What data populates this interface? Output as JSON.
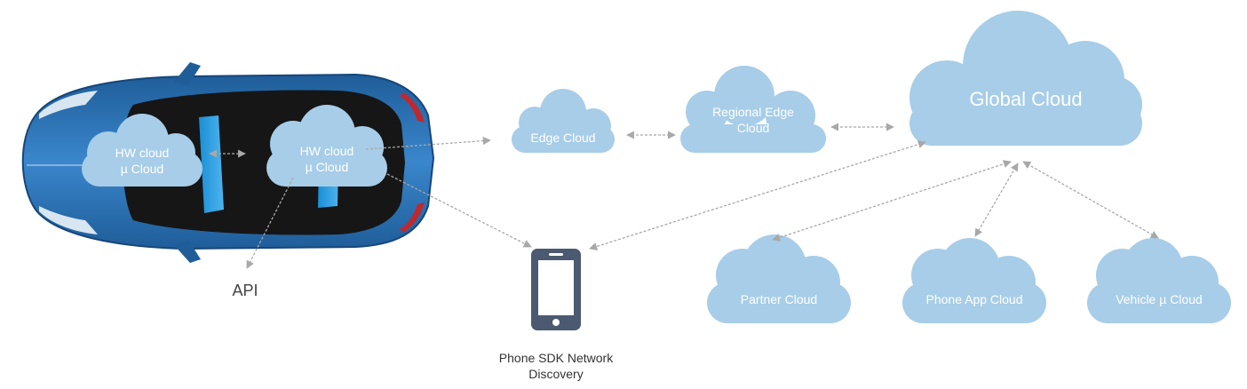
{
  "colors": {
    "cloud": "#a7cde8",
    "car_body": "#2b73b8",
    "car_roof": "#161616",
    "arrow": "#a8a8a8",
    "phone": "#4b5a70"
  },
  "car_clouds": [
    {
      "line1": "HW cloud",
      "line2": "µ Cloud"
    },
    {
      "line1": "HW cloud",
      "line2": "µ Cloud"
    }
  ],
  "api_label": "API",
  "edge_cloud": "Edge Cloud",
  "regional_edge_cloud": {
    "line1": "Regional Edge",
    "line2": "Cloud"
  },
  "global_cloud": "Global Cloud",
  "partner_cloud": "Partner Cloud",
  "phone_app_cloud": "Phone App Cloud",
  "vehicle_cloud": "Vehicle µ Cloud",
  "phone": {
    "icon": "smartphone-icon",
    "line1": "Phone SDK Network",
    "line2": "Discovery"
  }
}
